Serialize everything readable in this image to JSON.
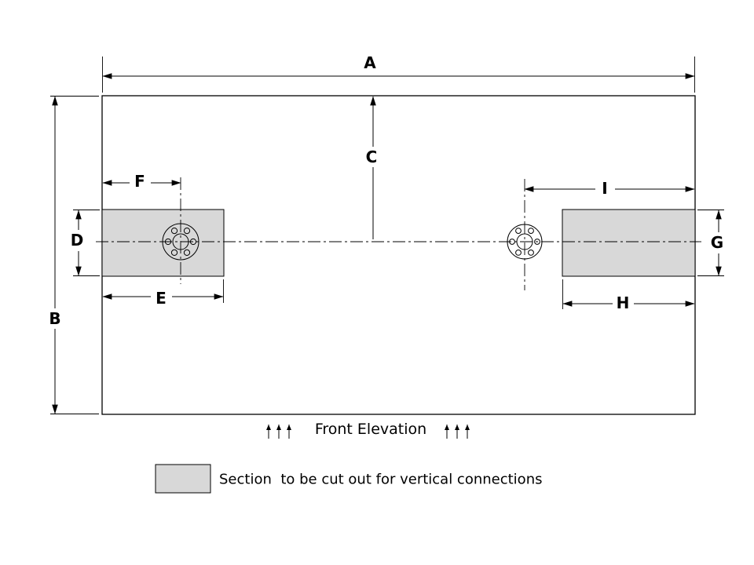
{
  "drawing": {
    "title": "Front Elevation",
    "dimension_labels": {
      "A": "A",
      "B": "B",
      "C": "C",
      "D": "D",
      "E": "E",
      "F": "F",
      "G": "G",
      "H": "H",
      "I": "I"
    },
    "legend": {
      "label": "Section  to be cut out for vertical connections"
    },
    "colors": {
      "line": "#000000",
      "cutout_fill": "#d8d8d8",
      "background": "#ffffff"
    }
  }
}
